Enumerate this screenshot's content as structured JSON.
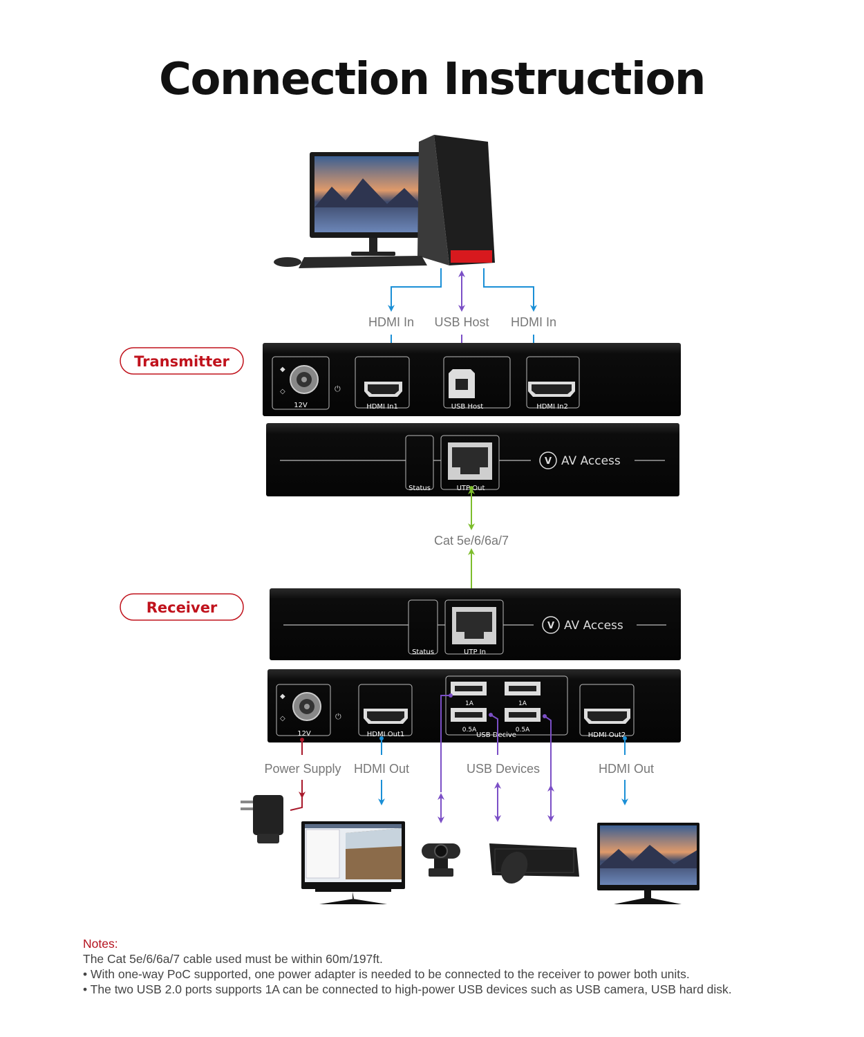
{
  "title": "Connection Instruction",
  "colors": {
    "accent_red": "#c0121c",
    "hdmi_blue": "#1a8fd6",
    "usb_purple": "#7b4fc6",
    "cat_green": "#7dbd2c",
    "power_red": "#a8182a",
    "device_black": "#0d0d0d"
  },
  "transmitter": {
    "badge": "Transmitter",
    "top_labels": {
      "hdmi_in_left": "HDMI In",
      "usb_host": "USB Host",
      "hdmi_in_right": "HDMI In"
    },
    "rear_panel": {
      "power": "12V",
      "hdmi_in1": "HDMI In1",
      "usb_host": "USB Host",
      "hdmi_in2": "HDMI In2"
    },
    "front_panel": {
      "status": "Status",
      "utp_out": "UTP Out",
      "brand": "AV Access"
    }
  },
  "cable_label": "Cat 5e/6/6a/7",
  "receiver": {
    "badge": "Receiver",
    "front_panel": {
      "status": "Status",
      "utp_in": "UTP In",
      "brand": "AV Access"
    },
    "rear_panel": {
      "power": "12V",
      "hdmi_out1": "HDMI Out1",
      "usb_device": "USB Decive",
      "usb_1a_left": "1A",
      "usb_1a_right": "1A",
      "usb_05a_left": "0.5A",
      "usb_05a_right": "0.5A",
      "hdmi_out2": "HDMI Out2"
    },
    "bottom_labels": {
      "power_supply": "Power Supply",
      "hdmi_out_left": "HDMI Out",
      "usb_devices": "USB Devices",
      "hdmi_out_right": "HDMI Out"
    }
  },
  "notes": {
    "heading": "Notes:",
    "lines": [
      "The Cat 5e/6/6a/7 cable used must be within 60m/197ft.",
      "• With one-way PoC supported, one power adapter is needed to be connected to the receiver to power both units.",
      "• The two USB 2.0 ports supports 1A can be connected to high-power USB devices such as USB camera, USB hard disk."
    ]
  }
}
